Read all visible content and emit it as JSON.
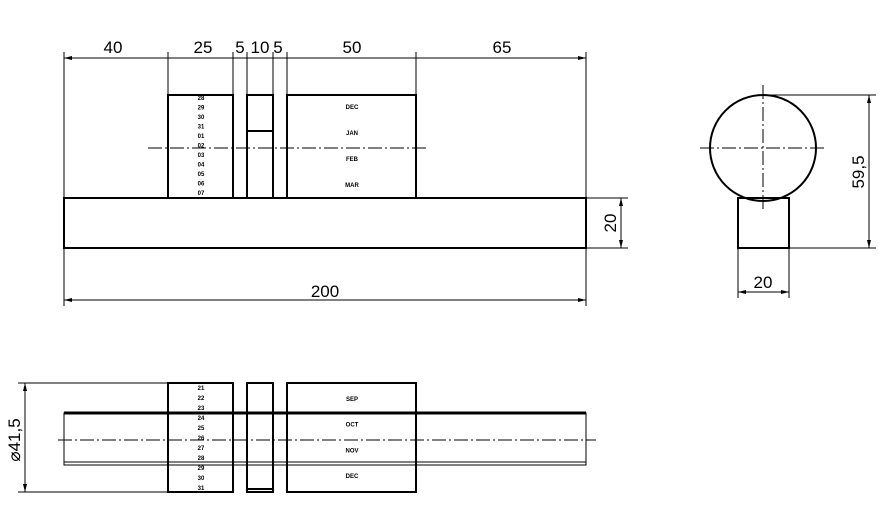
{
  "front_view": {
    "dimensions": {
      "d40": "40",
      "d25": "25",
      "d5a": "5",
      "d10": "10",
      "d5b": "5",
      "d50": "50",
      "d65": "65",
      "d200": "200",
      "d20": "20"
    },
    "day_numbers": [
      "28",
      "29",
      "30",
      "31",
      "01",
      "02",
      "03",
      "04",
      "05",
      "06",
      "07"
    ],
    "months": [
      "DEC",
      "JAN",
      "FEB",
      "MAR"
    ]
  },
  "side_view": {
    "dimensions": {
      "height": "59,5",
      "width": "20"
    }
  },
  "top_view": {
    "dimensions": {
      "diameter": "⌀41,5"
    },
    "day_numbers": [
      "21",
      "22",
      "23",
      "24",
      "25",
      "26",
      "27",
      "28",
      "29",
      "30",
      "31"
    ],
    "months": [
      "SEP",
      "OCT",
      "NOV",
      "DEC"
    ]
  }
}
